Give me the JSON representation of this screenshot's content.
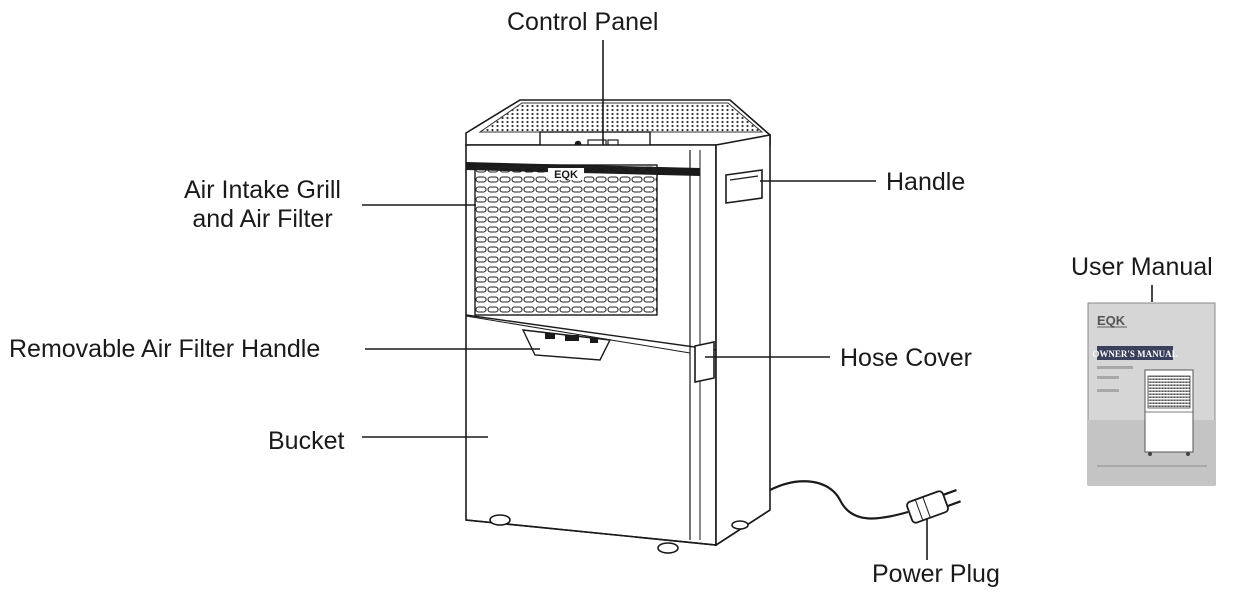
{
  "labels": {
    "control_panel": "Control Panel",
    "air_intake_line1": "Air Intake Grill",
    "air_intake_line2": "and Air Filter",
    "handle": "Handle",
    "user_manual": "User Manual",
    "removable_filter_handle": "Removable Air Filter Handle",
    "hose_cover": "Hose Cover",
    "bucket": "Bucket",
    "power_plug": "Power Plug"
  },
  "unit": {
    "brand": "EQK"
  },
  "manual": {
    "brand": "EQK",
    "title": "OWNER'S MANUAL"
  },
  "colors": {
    "line": "#1a1a1a",
    "manual_cover": "#d6d6d6",
    "manual_banner": "#3a3f5c"
  }
}
